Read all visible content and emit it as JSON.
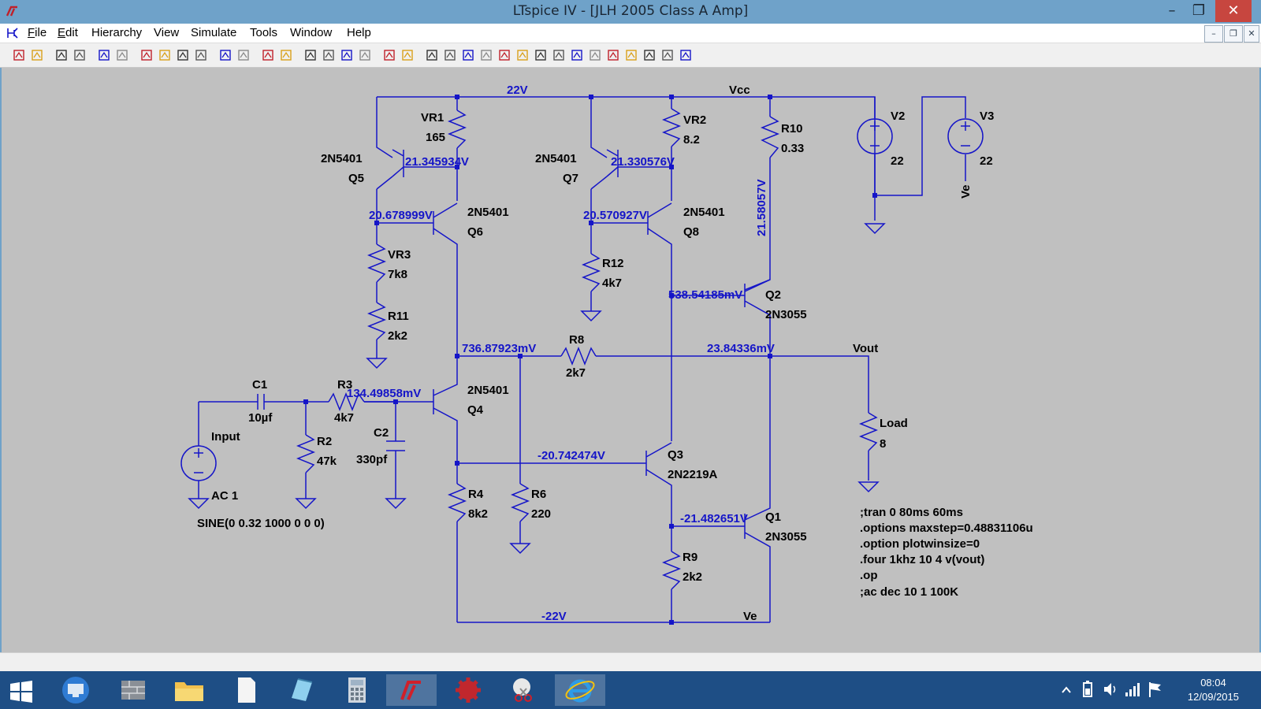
{
  "window": {
    "title": "LTspice IV - [JLH 2005 Class A Amp]"
  },
  "menu": {
    "items": [
      {
        "label": "File",
        "ul": "F"
      },
      {
        "label": "Edit",
        "ul": "E"
      },
      {
        "label": "Hierarchy",
        "ul": "i"
      },
      {
        "label": "View",
        "ul": "V"
      },
      {
        "label": "Simulate",
        "ul": "S"
      },
      {
        "label": "Tools",
        "ul": "T"
      },
      {
        "label": "Window",
        "ul": "W"
      },
      {
        "label": "Help",
        "ul": "H"
      }
    ]
  },
  "toolbar": {
    "icons": [
      "new-schematic-icon",
      "open-icon",
      "save-icon",
      "control-panel-icon",
      "run-icon",
      "halt-icon",
      "zoom-in-icon",
      "zoom-out-icon",
      "zoom-full-icon",
      "zoom-cancel-icon",
      "autorange-icon",
      "tile-icon",
      "cascade-icon",
      "close-all-icon",
      "cut-icon",
      "copy-icon",
      "paste-icon",
      "find-icon",
      "print-preview-icon",
      "print-icon",
      "wire-icon",
      "ground-icon",
      "label-icon",
      "resistor-icon",
      "capacitor-icon",
      "inductor-icon",
      "diode-icon",
      "component-icon",
      "move-icon",
      "drag-icon",
      "undo-icon",
      "redo-icon",
      "rotate-icon",
      "text-icon",
      "spice-directive-icon"
    ]
  },
  "schematic": {
    "net_labels": {
      "v22": "22V",
      "vcc": "Vcc",
      "vout": "Vout",
      "vneg": "-22V",
      "ve": "Ve",
      "ve_v3": "Ve"
    },
    "components": {
      "vr1_name": "VR1",
      "vr1_value": "165",
      "vr2_name": "VR2",
      "vr2_value": "8.2",
      "r10_name": "R10",
      "r10_value": "0.33",
      "v2_name": "V2",
      "v2_value": "22",
      "v3_name": "V3",
      "v3_value": "22",
      "q5_model": "2N5401",
      "q5_name": "Q5",
      "q7_model": "2N5401",
      "q7_name": "Q7",
      "q6_model": "2N5401",
      "q6_name": "Q6",
      "q8_model": "2N5401",
      "q8_name": "Q8",
      "vr3_name": "VR3",
      "vr3_value": "7k8",
      "r11_name": "R11",
      "r11_value": "2k2",
      "r12_name": "R12",
      "r12_value": "4k7",
      "q2_name": "Q2",
      "q2_model": "2N3055",
      "r8_name": "R8",
      "r8_value": "2k7",
      "c1_name": "C1",
      "c1_value": "10µf",
      "r3_name": "R3",
      "r3_value": "4k7",
      "q4_model": "2N5401",
      "q4_name": "Q4",
      "input_name": "Input",
      "input_value": "AC 1",
      "input_sine": "SINE(0 0.32 1000 0 0 0)",
      "r2_name": "R2",
      "r2_value": "47k",
      "c2_name": "C2",
      "c2_value": "330pf",
      "load_name": "Load",
      "load_value": "8",
      "q3_name": "Q3",
      "q3_model": "2N2219A",
      "r4_name": "R4",
      "r4_value": "8k2",
      "r6_name": "R6",
      "r6_value": "220",
      "q1_name": "Q1",
      "q1_model": "2N3055",
      "r9_name": "R9",
      "r9_value": "2k2"
    },
    "voltages": {
      "q5": "21.345934V",
      "q7": "21.330576V",
      "q6b": "20.678999V",
      "q8b": "20.570927V",
      "r10": "21.58057V",
      "q2b": "538.54185mV",
      "mid": "736.87923mV",
      "vout": "23.84336mV",
      "q4b": "134.49858mV",
      "q3": "-20.742474V",
      "q1b": "-21.482651V"
    },
    "directives": [
      ";tran 0 80ms 60ms",
      ".options maxstep=0.48831106u",
      ".option plotwinsize=0",
      ".four 1khz 10 4 v(vout)",
      ".op",
      ";ac dec 10 1 100K"
    ]
  },
  "taskbar": {
    "time": "08:04",
    "date": "12/09/2015"
  },
  "colors": {
    "wire": "#1515c8",
    "canvas": "#c0c0c0",
    "titlebar": "#6fa2c9",
    "taskbar": "#1e4e85",
    "close": "#c7463f"
  }
}
